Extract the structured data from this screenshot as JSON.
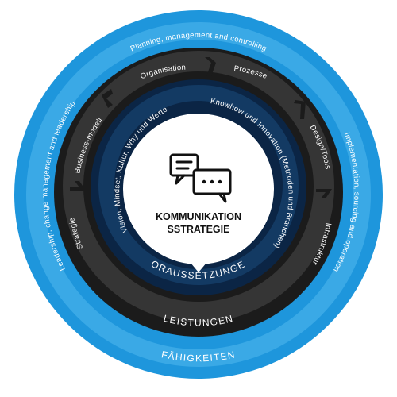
{
  "colors": {
    "outer_ring": "#1e96dc",
    "outer_ring_track": "#3aa9e6",
    "middle_ring": "#1b1b1b",
    "middle_ring_track": "#353535",
    "inner_ring": "#0b2545",
    "inner_ring_track": "#133a63",
    "center": "#ffffff",
    "text_light": "#ffffff",
    "text_dark": "#111111"
  },
  "outer_ring": {
    "top_label": "Planning, management and controlling",
    "left_label": "Leadership, change management and leadership",
    "right_label": "Implementation, sourcing and operation",
    "bottom_title": "FÄHIGKEITEN"
  },
  "middle_ring": {
    "segments": [
      "Organisation",
      "Prozesse",
      "Design/Tools",
      "Infrastruktur",
      "Strategie",
      "Business-modell"
    ],
    "bottom_title": "LEISTUNGEN"
  },
  "inner_ring": {
    "left_label": "Vision, Mindset, Kultur, Why und Werte",
    "right_label": "Knowhow und Innovation (Methoden und Branchen)",
    "bottom_title": "VORAUSSETZUNGEN"
  },
  "center": {
    "icon": "chat-bubbles-icon",
    "title_line1": "KOMMUNIKATION",
    "title_line2": "SSTRATEGIE"
  }
}
